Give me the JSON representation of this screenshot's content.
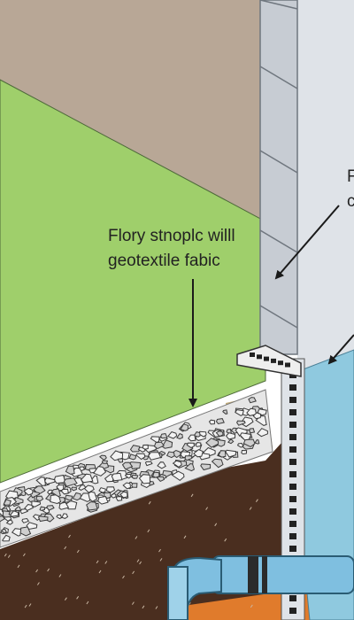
{
  "callouts": {
    "main": {
      "line1": "Flory stnoplc willl",
      "line2": "geotextile fabic"
    },
    "right_clipped": {
      "line1": "F",
      "line2": "c"
    }
  },
  "colors": {
    "upper_soil": "#b8a796",
    "lawn_slope": "#9fcf6b",
    "trench_sand": "#c2ab77",
    "dark_soil": "#4a2e1f",
    "gravel_light": "#e6e6e6",
    "gravel_dark": "#3a3a3a",
    "foundation_wall": "#c7ccd3",
    "foundation_face": "#dfe3e8",
    "membrane_blue": "#8fc9df",
    "pipe_blue": "#7fbfe0",
    "orange_base": "#e07b2c",
    "arrow": "#1a1a1a"
  },
  "icons": [
    "arrow-down-icon",
    "arrow-diagonal-icon"
  ]
}
